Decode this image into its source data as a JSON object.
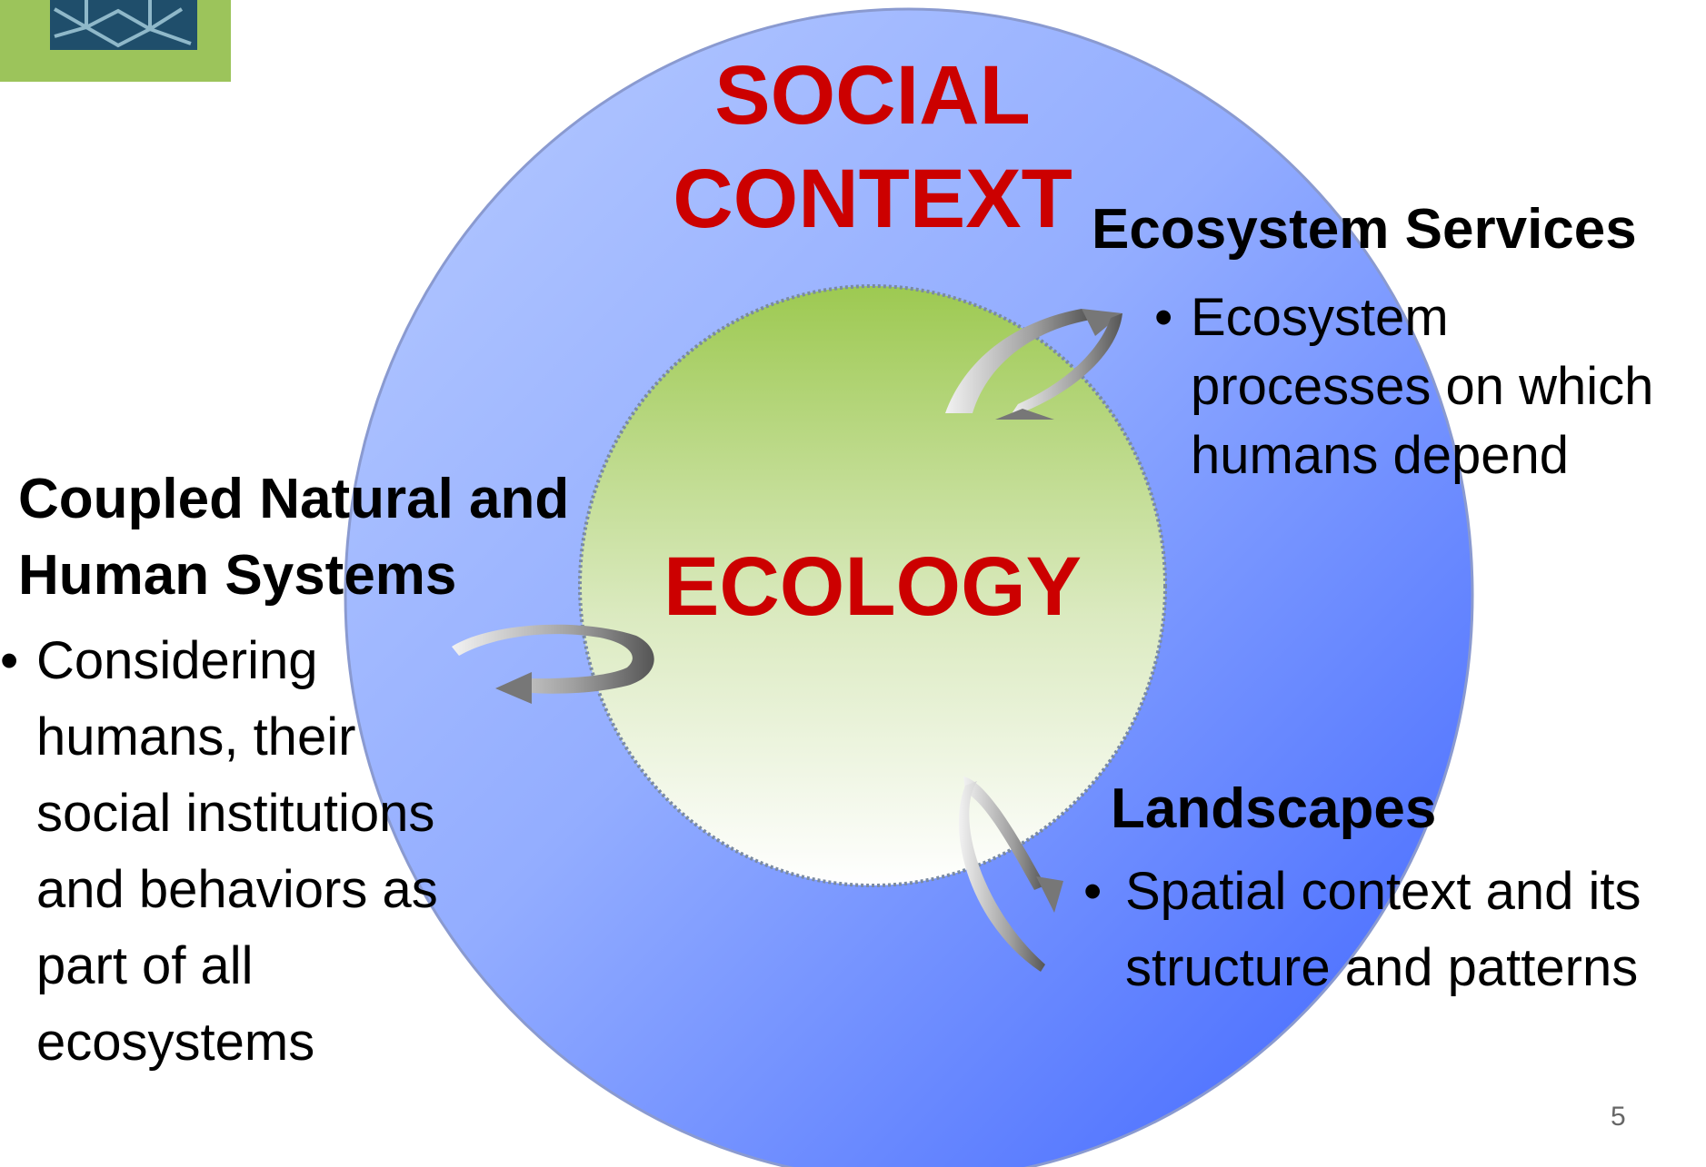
{
  "diagram": {
    "outer_label_lines": [
      "SOCIAL",
      "CONTEXT"
    ],
    "inner_label": "ECOLOGY",
    "colors": {
      "outer_circle_light": "#aec3ff",
      "outer_circle_dark": "#3a68ff",
      "inner_circle_top": "#9fca55",
      "inner_circle_bottom": "#ffffff",
      "label_red": "#cc0000",
      "logo_green": "#9cc45b",
      "logo_navy": "#1f4e6b"
    }
  },
  "sections": {
    "ecosystem_services": {
      "heading": "Ecosystem Services",
      "bullet": "•",
      "lines": [
        "Ecosystem",
        "processes on which",
        "humans depend"
      ]
    },
    "coupled_systems": {
      "heading_lines": [
        "Coupled Natural and",
        "Human Systems"
      ],
      "bullet": "•",
      "lines": [
        "Considering",
        "humans, their",
        "social institutions",
        "and behaviors as",
        "part of all",
        "ecosystems"
      ]
    },
    "landscapes": {
      "heading": "Landscapes",
      "bullet": "•",
      "lines": [
        "Spatial context and its",
        "structure and patterns"
      ]
    }
  },
  "slide": {
    "page_number": "5",
    "logo_icon": "network-logo-icon",
    "arrow_icon": "cycle-arrow-icon"
  }
}
